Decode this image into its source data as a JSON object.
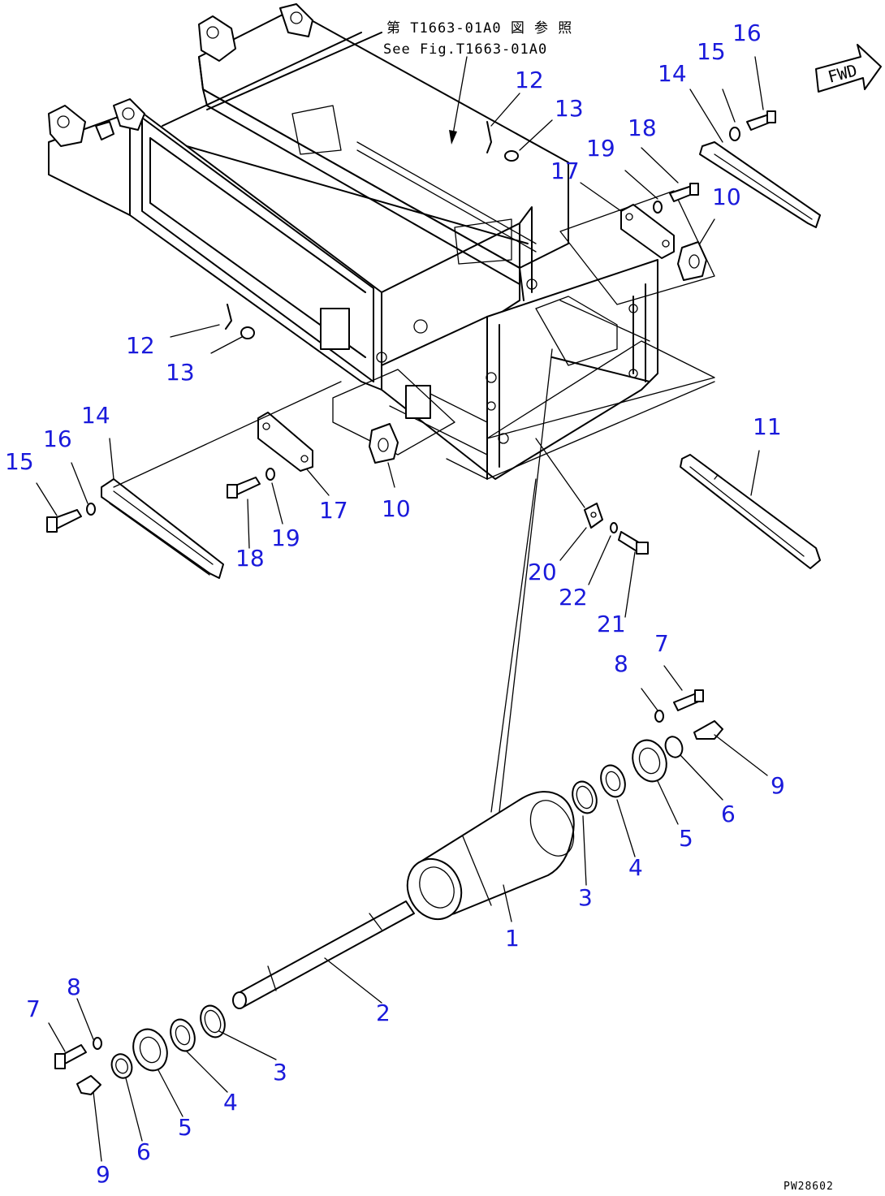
{
  "reference_note": {
    "line1": "第 T1663-01A0 図 参 照",
    "line2": "See Fig.T1663-01A0"
  },
  "direction_label": "FWD",
  "drawing_code": "PW28602",
  "callouts": [
    {
      "id": "c1",
      "text": "1"
    },
    {
      "id": "c2",
      "text": "2"
    },
    {
      "id": "c3a",
      "text": "3"
    },
    {
      "id": "c3b",
      "text": "3"
    },
    {
      "id": "c4a",
      "text": "4"
    },
    {
      "id": "c4b",
      "text": "4"
    },
    {
      "id": "c5a",
      "text": "5"
    },
    {
      "id": "c5b",
      "text": "5"
    },
    {
      "id": "c6a",
      "text": "6"
    },
    {
      "id": "c6b",
      "text": "6"
    },
    {
      "id": "c7a",
      "text": "7"
    },
    {
      "id": "c7b",
      "text": "7"
    },
    {
      "id": "c8a",
      "text": "8"
    },
    {
      "id": "c8b",
      "text": "8"
    },
    {
      "id": "c9a",
      "text": "9"
    },
    {
      "id": "c9b",
      "text": "9"
    },
    {
      "id": "c10a",
      "text": "10"
    },
    {
      "id": "c10b",
      "text": "10"
    },
    {
      "id": "c11",
      "text": "11"
    },
    {
      "id": "c12a",
      "text": "12"
    },
    {
      "id": "c12b",
      "text": "12"
    },
    {
      "id": "c13a",
      "text": "13"
    },
    {
      "id": "c13b",
      "text": "13"
    },
    {
      "id": "c14a",
      "text": "14"
    },
    {
      "id": "c14b",
      "text": "14"
    },
    {
      "id": "c15a",
      "text": "15"
    },
    {
      "id": "c15b",
      "text": "15"
    },
    {
      "id": "c16a",
      "text": "16"
    },
    {
      "id": "c16b",
      "text": "16"
    },
    {
      "id": "c17a",
      "text": "17"
    },
    {
      "id": "c17b",
      "text": "17"
    },
    {
      "id": "c18a",
      "text": "18"
    },
    {
      "id": "c18b",
      "text": "18"
    },
    {
      "id": "c19a",
      "text": "19"
    },
    {
      "id": "c19b",
      "text": "19"
    },
    {
      "id": "c20",
      "text": "20"
    },
    {
      "id": "c21",
      "text": "21"
    },
    {
      "id": "c22",
      "text": "22"
    }
  ]
}
